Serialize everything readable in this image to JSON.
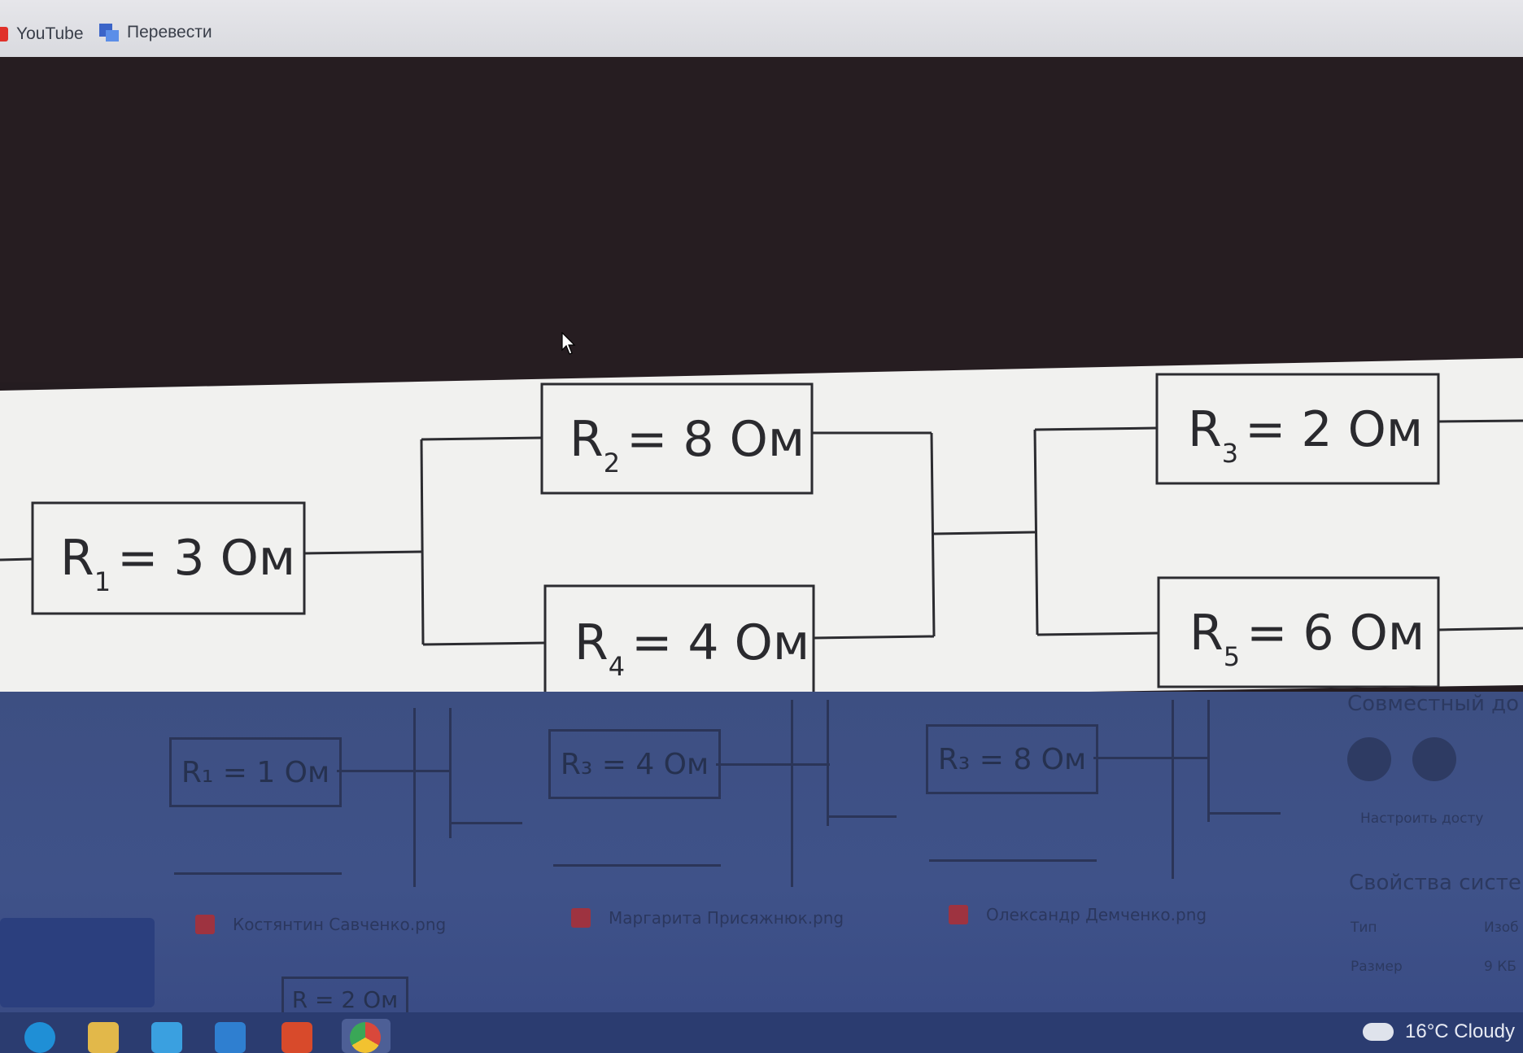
{
  "browser": {
    "bookmarks": [
      {
        "label": "YouTube",
        "icon": "youtube-icon"
      },
      {
        "label": "Перевести",
        "icon": "translate-icon"
      }
    ]
  },
  "diagram": {
    "resistors": [
      {
        "id": "R1",
        "sub": "1",
        "value": "= 3 Ом"
      },
      {
        "id": "R2",
        "sub": "2",
        "value": "= 8 Ом"
      },
      {
        "id": "R4",
        "sub": "4",
        "value": "= 4 Ом"
      },
      {
        "id": "R3",
        "sub": "3",
        "value": "= 2 Ом"
      },
      {
        "id": "R5",
        "sub": "5",
        "value": "= 6 Ом"
      }
    ]
  },
  "background_page": {
    "resistors": [
      {
        "label": "R₁ = 1 Ом"
      },
      {
        "label": "R₃ = 4 Ом"
      },
      {
        "label": "R₃ = 8 Ом"
      },
      {
        "label": "R = 2 Ом"
      }
    ],
    "files": [
      {
        "name": "Костянтин Савченко.png"
      },
      {
        "name": "Маргарита Присяжнюк.png"
      },
      {
        "name": "Олександр Демченко.png"
      }
    ],
    "side_panel": {
      "shared_title": "Совместный до",
      "access_link": "Настроить досту",
      "props_title": "Свойства систе",
      "type_label": "Тип",
      "type_value": "Изоб",
      "size_label": "Размер",
      "size_value": "9 КБ"
    }
  },
  "taskbar": {
    "weather_text": "16°C Cloudy",
    "weather_icon": "cloud-icon",
    "apps": [
      "edge-icon",
      "file-explorer-icon",
      "store-icon",
      "mail-icon",
      "office-icon",
      "chrome-icon"
    ]
  }
}
